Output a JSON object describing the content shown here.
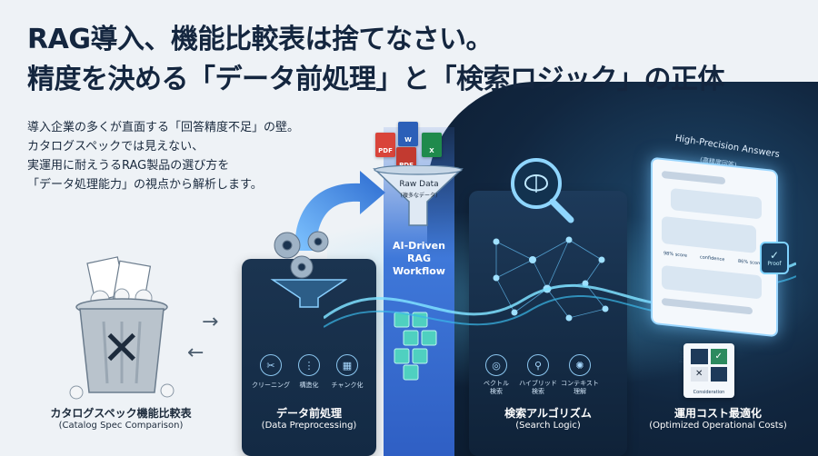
{
  "header": {
    "title_line1": "RAG導入、機能比較表は捨てなさい。",
    "title_line2": "精度を決める「データ前処理」と「検索ロジック」の正体"
  },
  "intro": {
    "lines": [
      "導入企業の多くが直面する「回答精度不足」の壁。",
      "カタログスペックでは見えない、",
      "実運用に耐えうるRAG製品の選び方を",
      "「データ処理能力」の視点から解析します。"
    ]
  },
  "raw_data": {
    "title": "Raw Data",
    "subtitle": "(複多なデータ)",
    "file_types": [
      "PDF",
      "W",
      "X",
      "PDF"
    ]
  },
  "beam": {
    "line1": "AI-Driven",
    "line2": "RAG",
    "line3": "Workflow"
  },
  "catalog": {
    "jp": "カタログスペック機能比較表",
    "en": "(Catalog Spec Comparison)",
    "cross_symbol": "✕"
  },
  "preprocessing": {
    "jp": "データ前処理",
    "en": "(Data Preprocessing)",
    "steps": [
      "クリーニング",
      "構造化",
      "チャンク化"
    ]
  },
  "search": {
    "jp": "検索アルゴリズム",
    "en": "(Search Logic)",
    "methods": [
      {
        "line1": "ベクトル",
        "line2": "検索"
      },
      {
        "line1": "ハイブリッド",
        "line2": "検索"
      },
      {
        "line1": "コンテキスト",
        "line2": "理解"
      }
    ]
  },
  "answers": {
    "title": "High-Precision Answers",
    "subtitle": "(高精度回答)",
    "chip1": "98% score",
    "chip2": "confidence",
    "chip3": "86% score",
    "proof": "Proof"
  },
  "cost": {
    "jp": "運用コスト最適化",
    "en": "(Optimized Operational Costs)",
    "consider_label": "Consideration",
    "proof_side": "Proof",
    "check": "✓",
    "cross": "✕"
  },
  "arrows": {
    "right": "→",
    "left": "←"
  },
  "colors": {
    "navy": "#14263f",
    "panel": "#1b3450",
    "beam": "#3f78d9",
    "glow": "#62d2ff",
    "pdf": "#d9443a",
    "word": "#2b5fb8",
    "excel": "#1f8a4c"
  }
}
